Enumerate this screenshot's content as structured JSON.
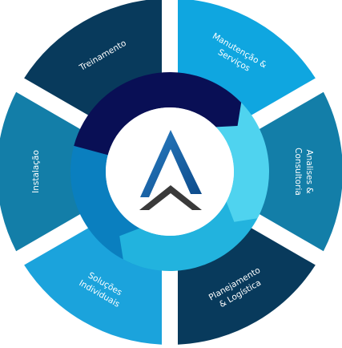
{
  "segments": [
    {
      "id": "manutencao",
      "lines": [
        "Manutenção &",
        "Serviços"
      ],
      "color": "#0fa6e0"
    },
    {
      "id": "analises",
      "lines": [
        "Analises  &",
        "Consultoria"
      ],
      "color": "#137ea8"
    },
    {
      "id": "planejamento",
      "lines": [
        "Planejamento",
        "& Logística"
      ],
      "color": "#083a5c"
    },
    {
      "id": "solucoes",
      "lines": [
        "Soluções",
        "Individuais"
      ],
      "color": "#1ba3dc"
    },
    {
      "id": "instalacao",
      "lines": [
        "Instalação"
      ],
      "color": "#137ea8"
    },
    {
      "id": "treinamento",
      "lines": [
        "Treinamento"
      ],
      "color": "#083a5c"
    }
  ],
  "cycle_colors": {
    "top": "#090f55",
    "right": "#4fd3ef",
    "bottom": "#22b3de",
    "left": "#0a7fbf"
  },
  "logo": {
    "name": "brand-logo-icon",
    "peak_color": "#1a62a8",
    "chevron_color": "#3a3a3a"
  }
}
